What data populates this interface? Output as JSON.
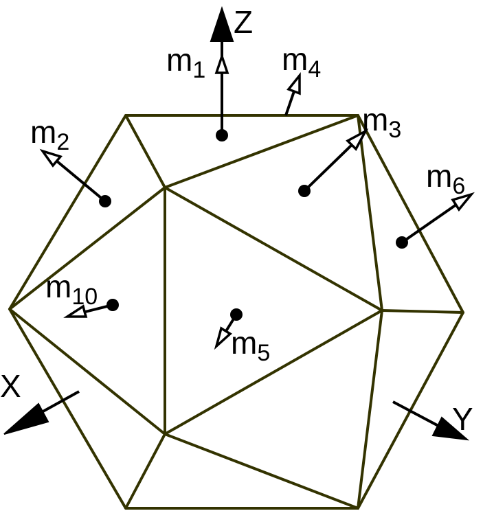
{
  "axes": {
    "z": "Z",
    "x": "X",
    "y": "Y"
  },
  "moments": {
    "m1": {
      "base": "m",
      "sub": "1"
    },
    "m2": {
      "base": "m",
      "sub": "2"
    },
    "m3": {
      "base": "m",
      "sub": "3"
    },
    "m4": {
      "base": "m",
      "sub": "4"
    },
    "m5": {
      "base": "m",
      "sub": "5"
    },
    "m6": {
      "base": "m",
      "sub": "6"
    },
    "m10": {
      "base": "m",
      "sub": "10"
    }
  },
  "colors": {
    "edge": "#333300",
    "arrow": "#000000",
    "background": "#ffffff"
  }
}
